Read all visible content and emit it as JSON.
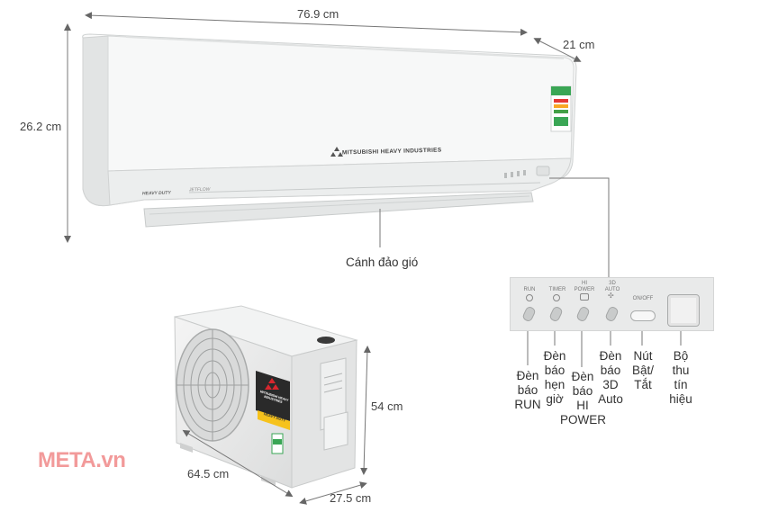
{
  "dimensions": {
    "indoor_width": "76.9 cm",
    "indoor_depth": "21 cm",
    "indoor_height": "26.2 cm",
    "outdoor_height": "54 cm",
    "outdoor_width": "64.5 cm",
    "outdoor_depth": "27.5 cm"
  },
  "indoor_unit": {
    "brand_text": "MITSUBISHI HEAVY INDUSTRIES",
    "model_text": "HEAVY DUTY",
    "jetflow_text": "JETFLOW",
    "louver_label": "Cánh đảo gió"
  },
  "outdoor_unit": {
    "brand_text": "MITSUBISHI HEAVY INDUSTRIES",
    "badge_text": "HEAVY DUTY"
  },
  "control_panel": {
    "indicators": [
      {
        "panel_text": "RUN",
        "callout": "Đèn\nbáo\nRUN"
      },
      {
        "panel_text": "TIMER",
        "callout": "Đèn\nbáo\nhẹn\ngiờ"
      },
      {
        "panel_text": "HI\nPOWER",
        "callout": "Đèn\nbáo\nHI\nPOWER"
      },
      {
        "panel_text": "3D\nAUTO",
        "callout": "Đèn\nbáo\n3D\nAuto"
      }
    ],
    "switch_text": "ON/OFF",
    "switch_callout": "Nút\nBật/\nTắt",
    "receiver_callout": "Bộ\nthu\ntín\nhiệu"
  },
  "watermark": "META.vn",
  "colors": {
    "watermark": "#f29a9a",
    "unit_body": "#f3f4f4",
    "label_green": "#3aa655"
  }
}
